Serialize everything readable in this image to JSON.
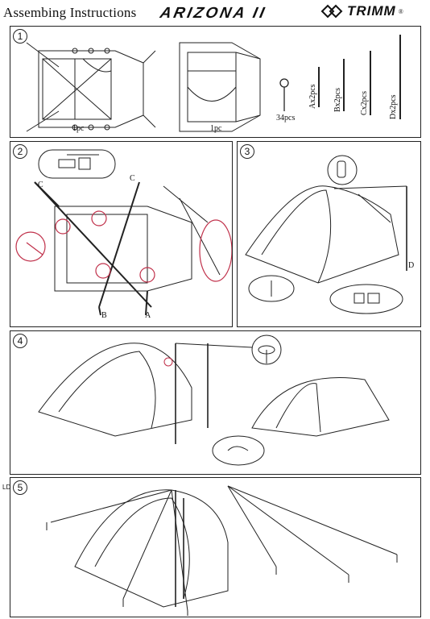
{
  "header": {
    "title_left": "Assembing Instructions",
    "title_center": "ARIZONA II",
    "brand": "TRIMM",
    "brand_mark": "®"
  },
  "steps": [
    {
      "number": "1",
      "parts": {
        "inner_tent_qty": "1pc",
        "flysheet_qty": "1pc",
        "pegs_qty": "34pcs",
        "pole_a": "Ax2pcs",
        "pole_b": "Bx2pcs",
        "pole_c": "Cx2pcs",
        "pole_d": "Dx2pcs"
      }
    },
    {
      "number": "2",
      "pole_labels": {
        "c_left": "C",
        "c_right": "C",
        "b": "B",
        "a": "A"
      }
    },
    {
      "number": "3",
      "pole_labels": {
        "d": "D"
      }
    },
    {
      "number": "4"
    },
    {
      "number": "5",
      "corner_mark": "LD"
    }
  ],
  "colors": {
    "line": "#222222",
    "highlight_red": "#c0304a"
  },
  "icons": [
    "pole-end-icon",
    "buckle-icon",
    "ring-pin-icon",
    "hook-icon",
    "peg-icon"
  ]
}
